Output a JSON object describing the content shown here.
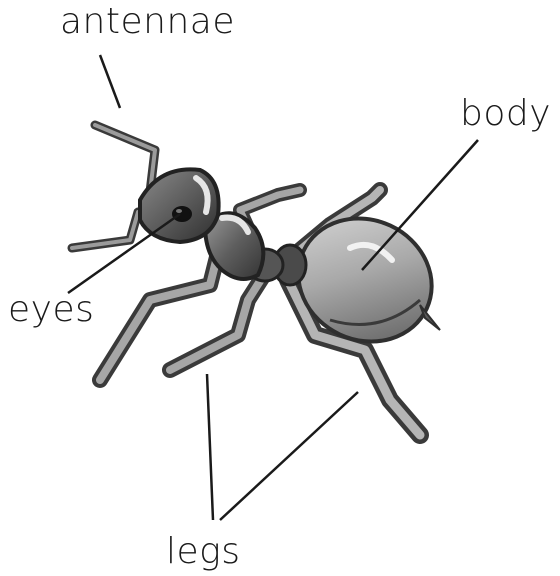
{
  "labels": {
    "antennae": "antennae",
    "body": "body",
    "eyes": "eyes",
    "legs": "legs"
  },
  "colors": {
    "ink": "#1a1a1a",
    "ant_dark": "#3a3a3a",
    "ant_mid": "#6f6f6f",
    "ant_light": "#b9b9b9",
    "ant_highlight": "#e6e6e6"
  }
}
